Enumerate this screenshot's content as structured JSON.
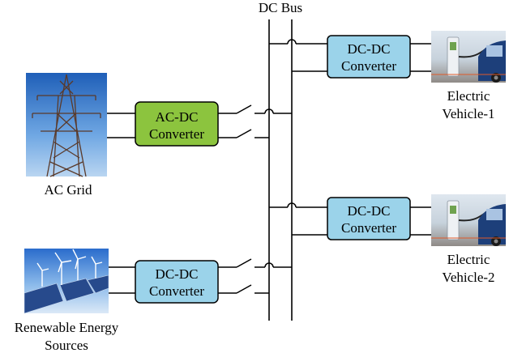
{
  "bus": {
    "label": "DC Bus"
  },
  "blocks": {
    "acdc": {
      "line1": "AC-DC",
      "line2": "Converter",
      "fill": "#8cc43e"
    },
    "dcdc_res": {
      "line1": "DC-DC",
      "line2": "Converter",
      "fill": "#9bd3ea"
    },
    "dcdc_ev1": {
      "line1": "DC-DC",
      "line2": "Converter",
      "fill": "#9bd3ea"
    },
    "dcdc_ev2": {
      "line1": "DC-DC",
      "line2": "Converter",
      "fill": "#9bd3ea"
    }
  },
  "sources": {
    "ac_grid": {
      "label": "AC Grid"
    },
    "renewable": {
      "line1": "Renewable Energy",
      "line2": "Sources"
    }
  },
  "loads": {
    "ev1": {
      "line1": "Electric",
      "line2": "Vehicle-1"
    },
    "ev2": {
      "line1": "Electric",
      "line2": "Vehicle-2"
    }
  },
  "colors": {
    "wire": "#000000",
    "box_stroke": "#000000",
    "sky": "#3f7fcf"
  }
}
